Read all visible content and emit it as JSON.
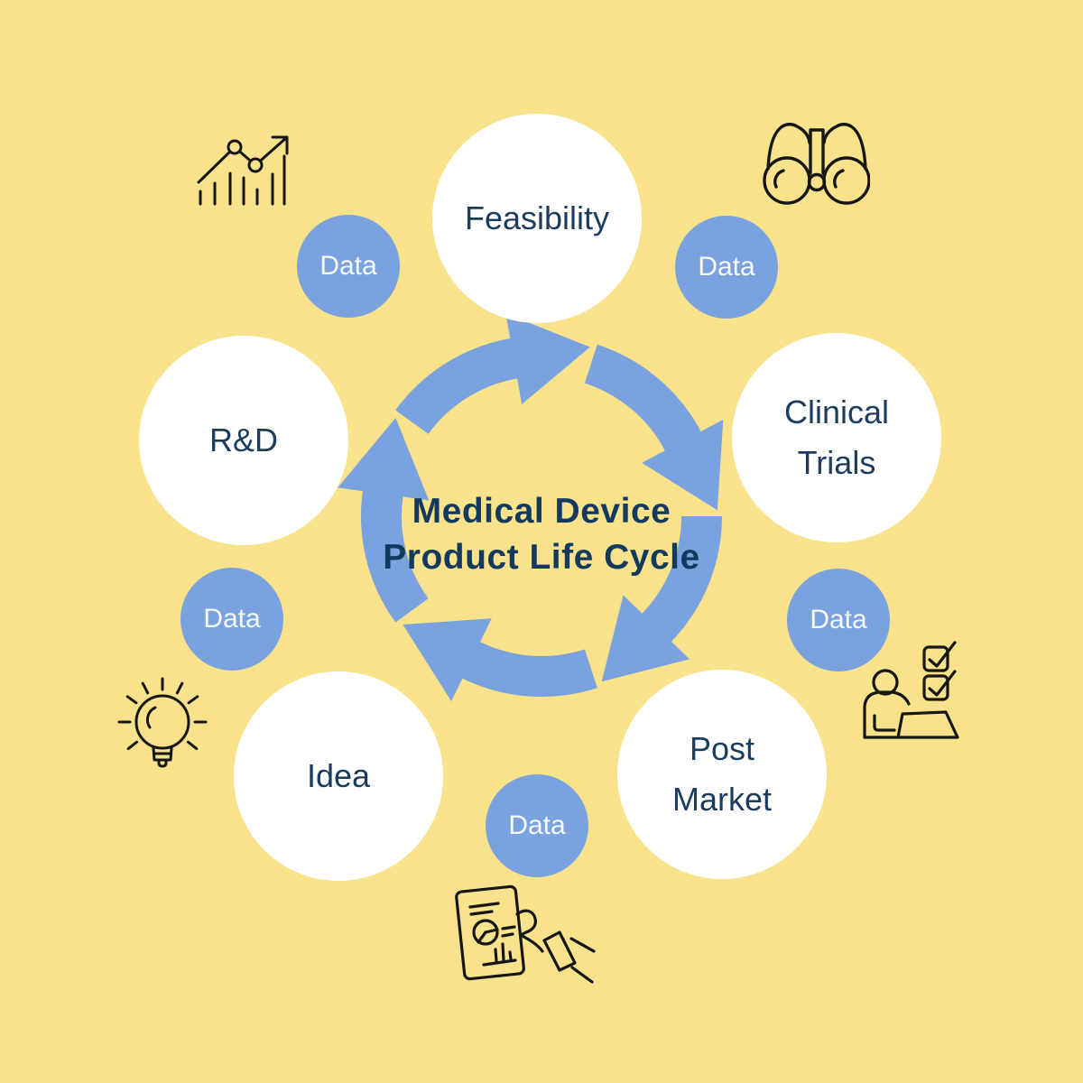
{
  "title": {
    "line1": "Medical Device",
    "line2": "Product Life Cycle"
  },
  "stages": [
    {
      "label": "Feasibility",
      "line1": "Feasibility",
      "line2": "",
      "position": "top"
    },
    {
      "label": "Clinical Trials",
      "line1": "Clinical",
      "line2": "Trials",
      "position": "right"
    },
    {
      "label": "Post Market",
      "line1": "Post",
      "line2": "Market",
      "position": "bottom-right"
    },
    {
      "label": "Idea",
      "line1": "Idea",
      "line2": "",
      "position": "bottom-left"
    },
    {
      "label": "R&D",
      "line1": "R&D",
      "line2": "",
      "position": "left"
    }
  ],
  "data_nodes": [
    {
      "label": "Data",
      "position": "top-left"
    },
    {
      "label": "Data",
      "position": "top-right"
    },
    {
      "label": "Data",
      "position": "right"
    },
    {
      "label": "Data",
      "position": "bottom"
    },
    {
      "label": "Data",
      "position": "left"
    }
  ],
  "cycle": {
    "direction": "clockwise",
    "segment_count": 5
  },
  "icons": [
    "trend-chart-icon",
    "binoculars-icon",
    "checklist-person-icon",
    "report-hand-icon",
    "lightbulb-icon"
  ],
  "colors": {
    "background": "#F8E28C",
    "arrow_blue": "#7AA2DE",
    "data_circle_blue": "#7AA2DE",
    "stage_circle_white": "#FFFFFF",
    "text_navy": "#16395C",
    "data_text_white": "#F7FAFE",
    "icon_stroke": "#161616"
  }
}
